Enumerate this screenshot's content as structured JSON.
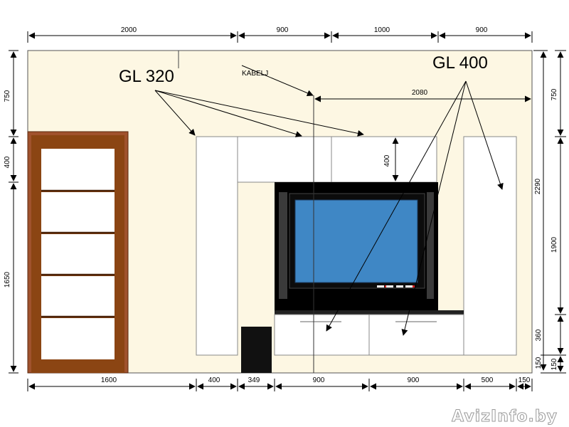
{
  "labels": {
    "gl320": "GL 320",
    "gl400": "GL 400",
    "kabelj": "KABELJ"
  },
  "dims": {
    "top": [
      "2000",
      "900",
      "1000",
      "900"
    ],
    "bottom": [
      "1600",
      "400",
      "349",
      "900",
      "900",
      "500",
      "150"
    ],
    "left": [
      "750",
      "400",
      "1650"
    ],
    "right": [
      "750",
      "1900",
      "360",
      "150",
      "150"
    ],
    "right_total": "2290",
    "tv_top_gap": "400",
    "cable_span": "2080"
  },
  "watermark": "AvizInfo.by",
  "colors": {
    "wall": "#fdf7e3",
    "door_frame": "#a0522d",
    "door_panel": "#ffffff",
    "cabinet": "#ffffff",
    "tv_bezel": "#000000",
    "tv_screen": "#3f87c5",
    "speaker": "#111111"
  }
}
